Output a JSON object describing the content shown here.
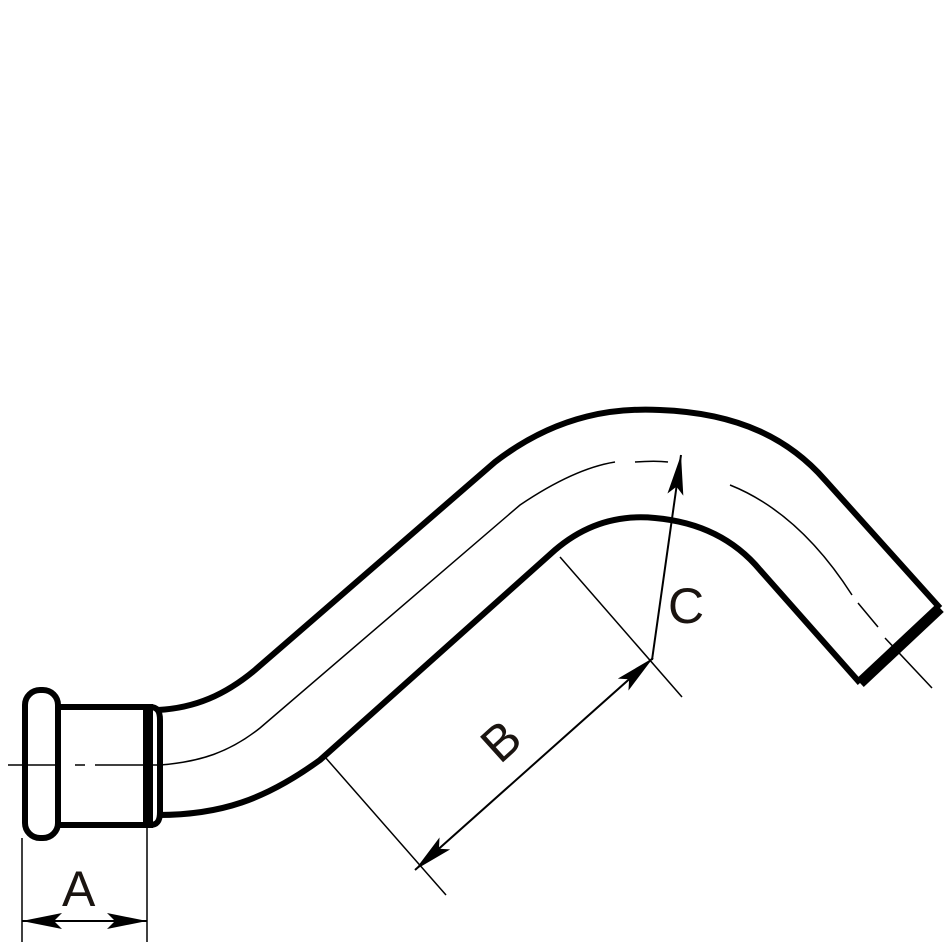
{
  "drawing": {
    "dimensions": [
      {
        "id": "A",
        "label": "A"
      },
      {
        "id": "B",
        "label": "B"
      },
      {
        "id": "C",
        "label": "C"
      }
    ],
    "colors": {
      "line": "#000000",
      "text": "#1a1410",
      "background": "#ffffff"
    }
  }
}
